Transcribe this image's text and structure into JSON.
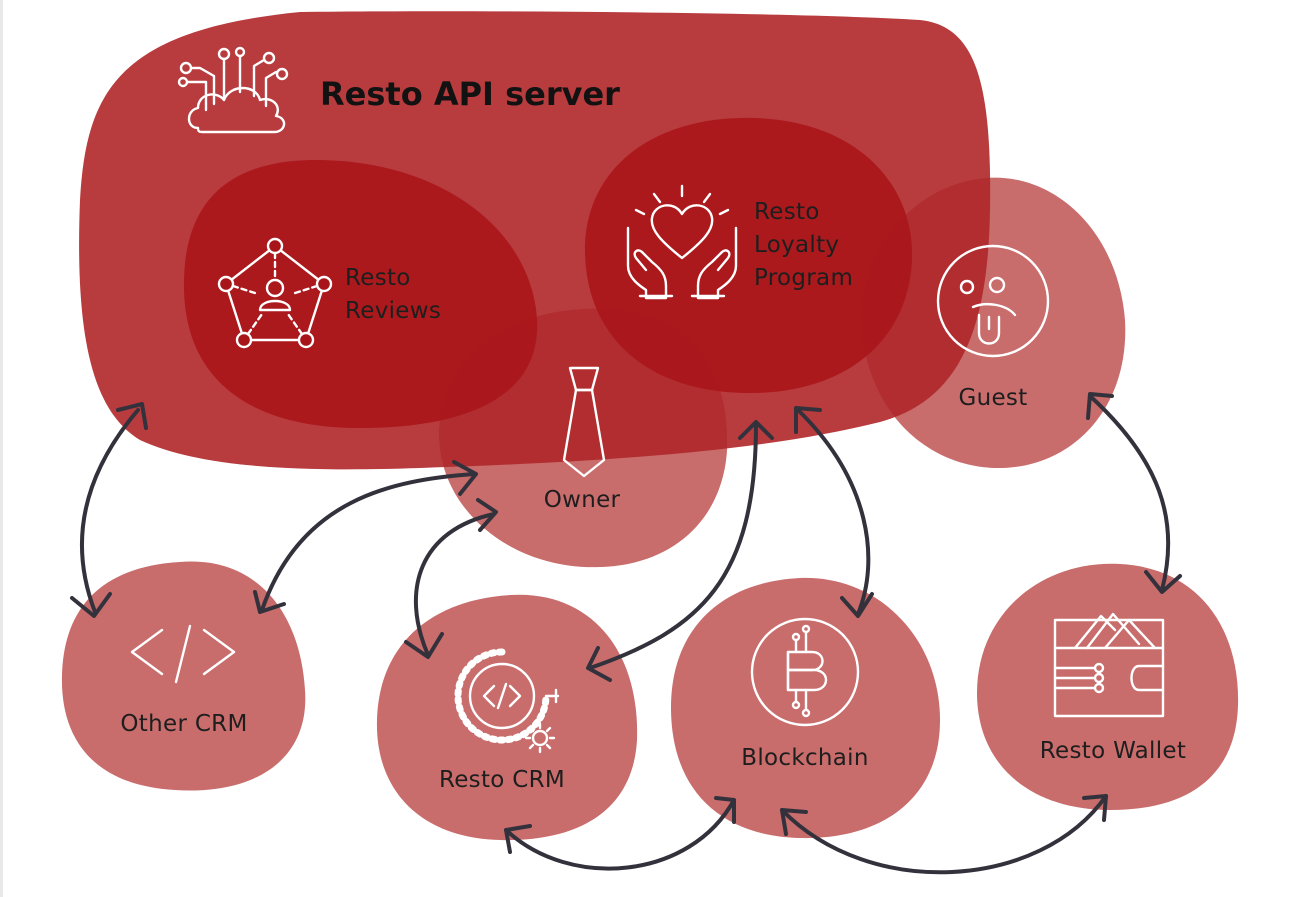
{
  "diagram": {
    "server": {
      "title": "Resto API server",
      "icon": "cloud-circuit-icon"
    },
    "reviews": {
      "label": "Resto\nReviews",
      "icon": "reviews-network-icon"
    },
    "loyalty": {
      "label": "Resto\nLoyalty\nProgram",
      "icon": "heart-hands-icon"
    },
    "guest": {
      "label": "Guest",
      "icon": "tongue-face-icon"
    },
    "owner": {
      "label": "Owner",
      "icon": "tie-icon"
    },
    "other_crm": {
      "label": "Other CRM",
      "icon": "code-brackets-icon"
    },
    "resto_crm": {
      "label": "Resto CRM",
      "icon": "code-gear-icon"
    },
    "blockchain": {
      "label": "Blockchain",
      "icon": "bitcoin-chip-icon"
    },
    "wallet": {
      "label": "Resto Wallet",
      "icon": "wallet-icon"
    }
  },
  "colors": {
    "server": "#b83b3e",
    "overlap": "#a81519",
    "light_blob": "#c96c6c",
    "arrow": "#33323c",
    "icon": "#ffffff"
  }
}
